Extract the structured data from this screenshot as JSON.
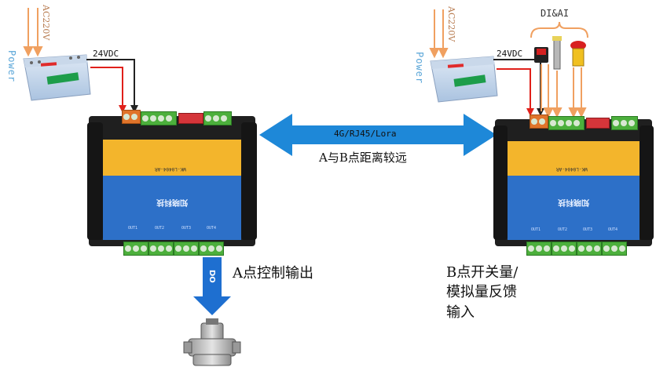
{
  "labels": {
    "left_ac": "AC220V",
    "left_power": "Power",
    "left_dc": "24VDC",
    "right_ac": "AC220V",
    "right_power": "Power",
    "right_dc": "24VDC",
    "di_ai": "DI&AI",
    "link": "4G/RJ45/Lora",
    "distance": "A与B点距离较远",
    "do": "DO",
    "a_output": "A点控制输出",
    "b_feedback_1": "B点开关量/",
    "b_feedback_2": "模拟量反馈",
    "b_feedback_3": "输入"
  },
  "device": {
    "model": "WK-L0404-AR",
    "brand": "知晓科技",
    "outputs": [
      "OUT1",
      "OUT2",
      "OUT3",
      "OUT4"
    ]
  },
  "colors": {
    "arrow_blue": "#1e88d8",
    "wire_red": "#e0201a",
    "wire_black": "#222222",
    "wire_orange": "#f0a060",
    "yellow_panel": "#f3b52c",
    "blue_panel": "#2d70c8"
  }
}
